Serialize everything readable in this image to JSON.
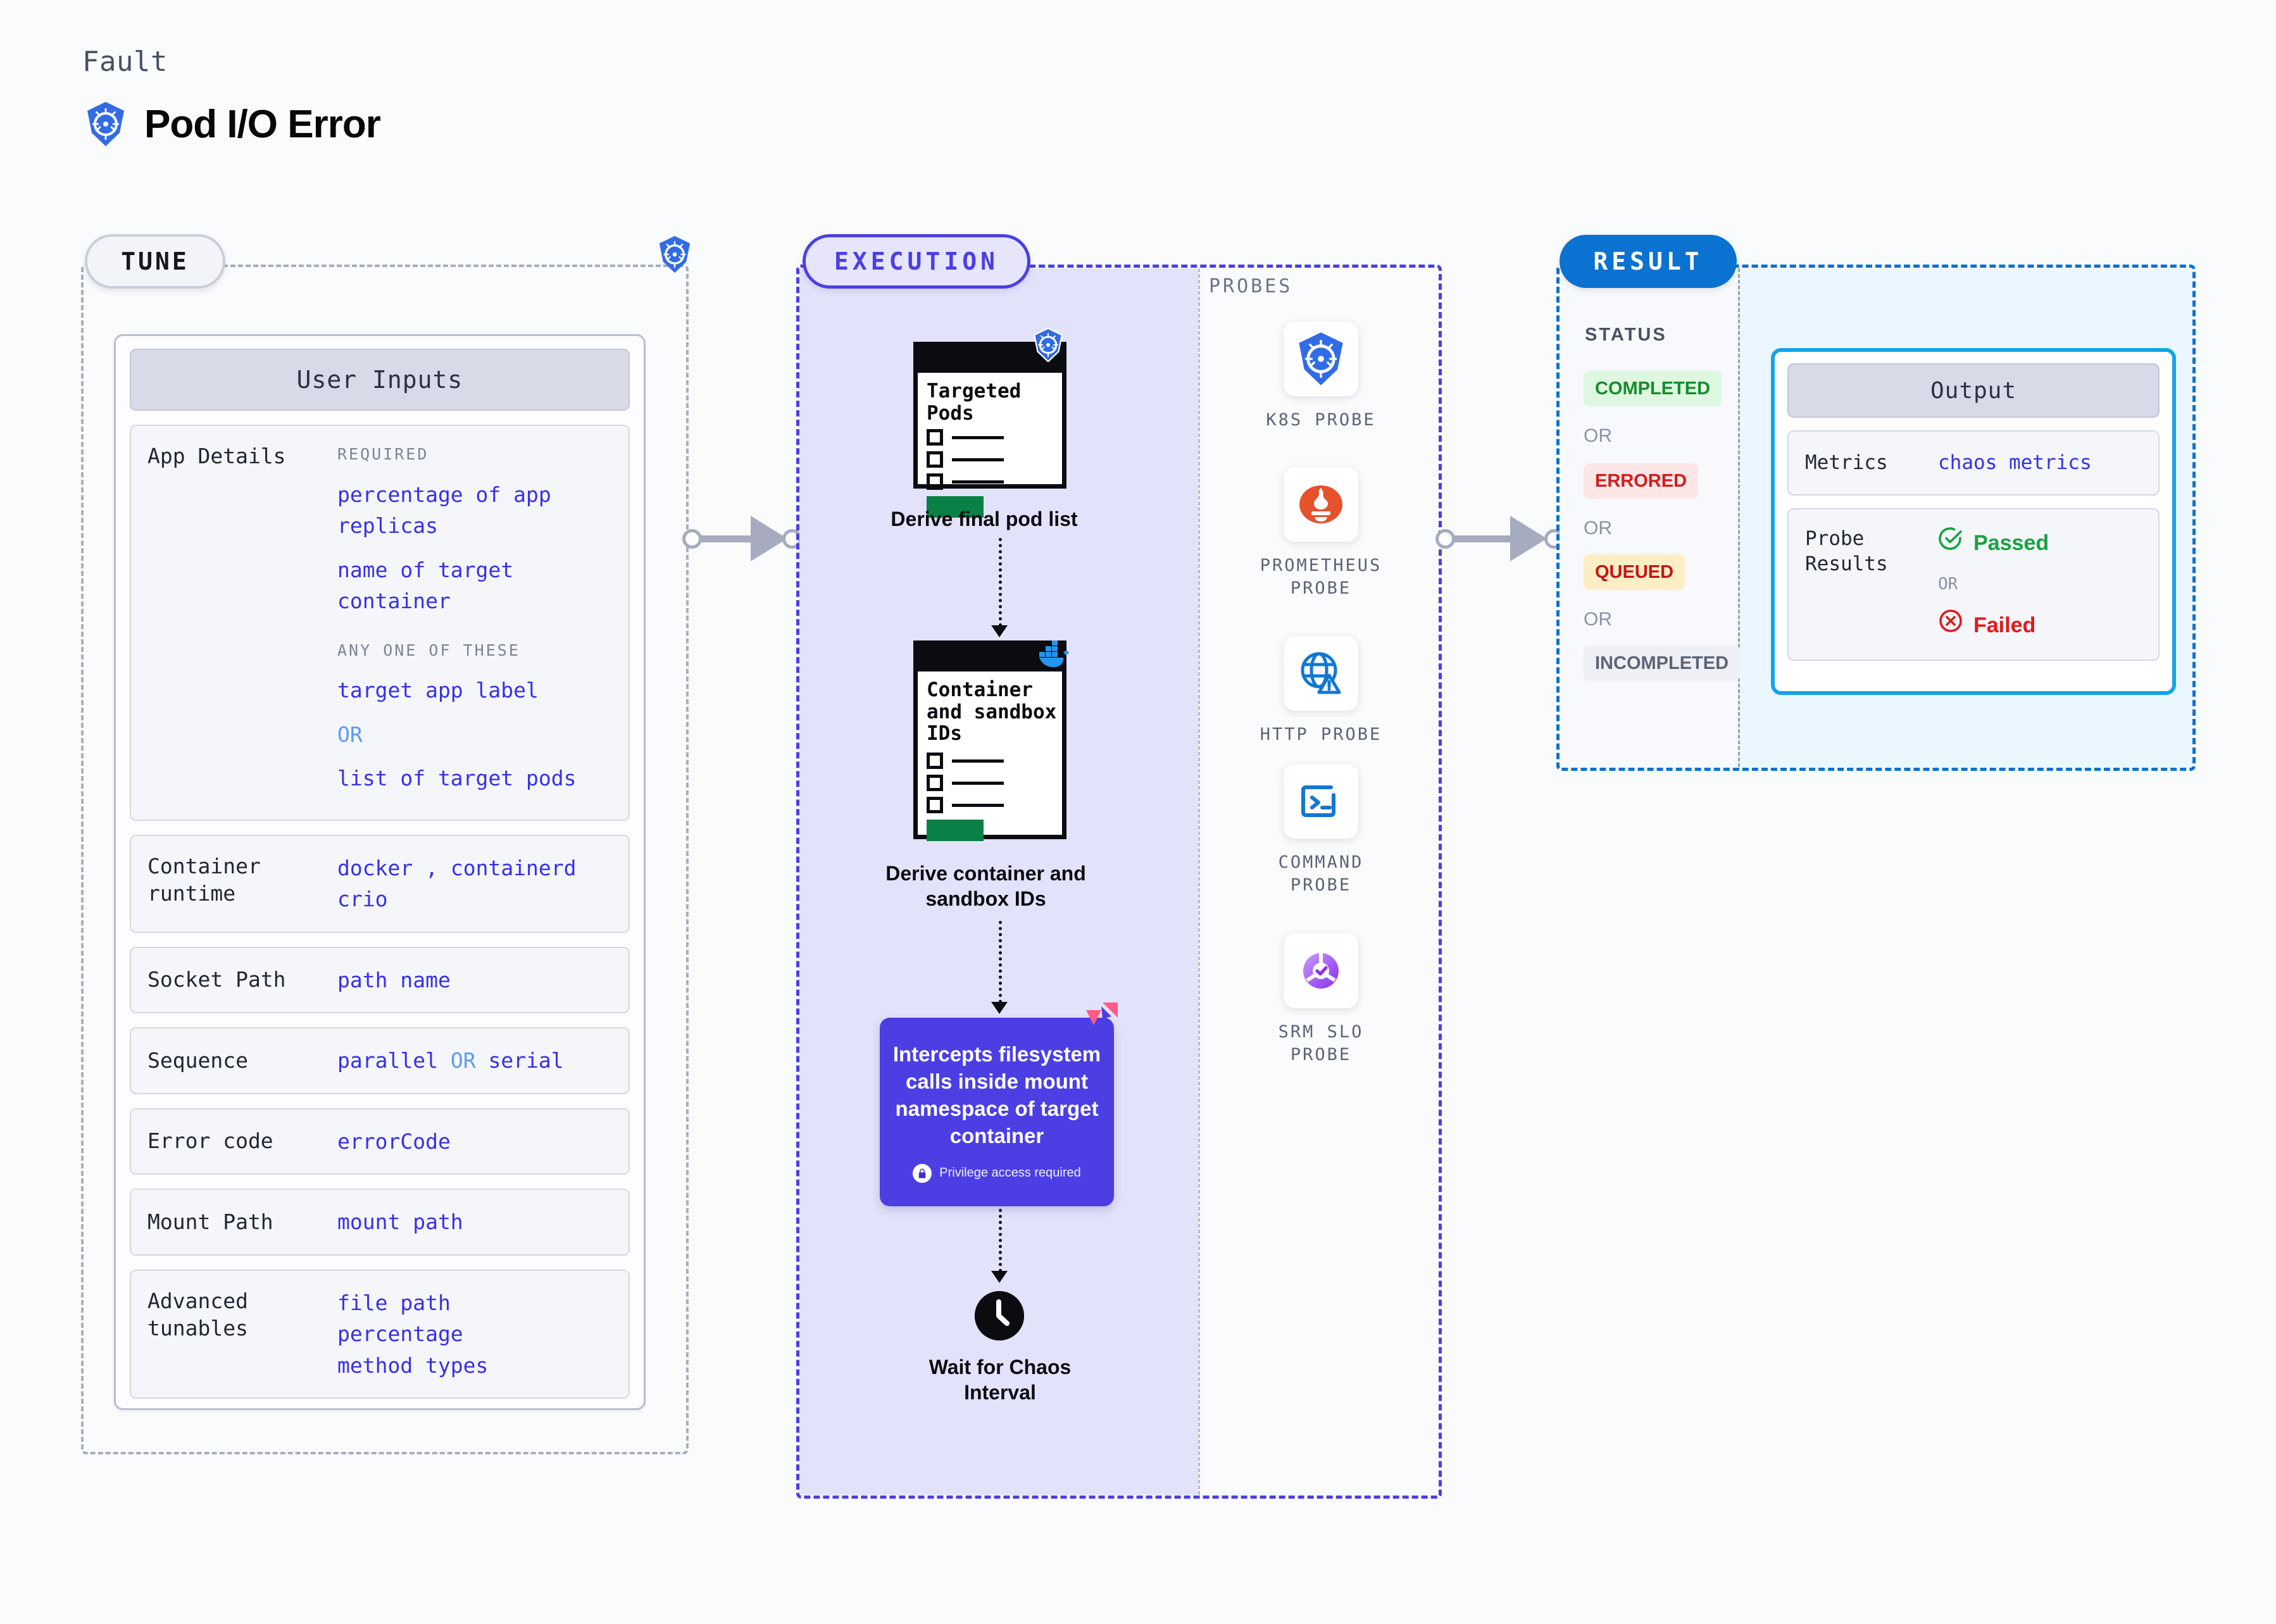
{
  "header": {
    "eyebrow": "Fault",
    "title": "Pod I/O Error",
    "icon": "kubernetes-icon"
  },
  "tune": {
    "pill_label": "TUNE",
    "badge_icon": "kubernetes-icon",
    "card_title": "User Inputs",
    "rows": [
      {
        "key": "App Details",
        "groups": [
          {
            "caption": "REQUIRED",
            "values": [
              "percentage of app replicas",
              "name of target container"
            ]
          },
          {
            "caption": "ANY ONE OF THESE",
            "values": [
              "target app label",
              "OR",
              "list of target pods"
            ]
          }
        ]
      },
      {
        "key": "Container runtime",
        "values": [
          "docker , containerd",
          "crio"
        ]
      },
      {
        "key": "Socket Path",
        "values": [
          "path name"
        ]
      },
      {
        "key": "Sequence",
        "values": [
          "parallel OR serial"
        ]
      },
      {
        "key": "Error code",
        "values": [
          "errorCode"
        ]
      },
      {
        "key": "Mount Path",
        "values": [
          "mount path"
        ]
      },
      {
        "key": "Advanced tunables",
        "values": [
          "file path",
          "percentage",
          "method types"
        ]
      }
    ],
    "labels": {
      "required": "REQUIRED",
      "any_one": "ANY ONE OF THESE",
      "or": "OR",
      "app_details": "App Details",
      "percentage_of_app_replicas": "percentage of app replicas",
      "name_of_target_container": "name of target container",
      "target_app_label": "target app label",
      "list_of_target_pods": "list of target pods",
      "container_runtime": "Container runtime",
      "docker": "docker",
      "comma": ",",
      "containerd": "containerd",
      "crio": "crio",
      "socket_path": "Socket Path",
      "path_name": "path name",
      "sequence": "Sequence",
      "parallel": "parallel",
      "serial": "serial",
      "error_code": "Error code",
      "errorcode_val": "errorCode",
      "mount_path": "Mount Path",
      "mount_path_val": "mount path",
      "advanced_tunables": "Advanced tunables",
      "file_path": "file path",
      "percentage": "percentage",
      "method_types": "method types"
    }
  },
  "execution": {
    "pill_label": "EXECUTION",
    "steps": [
      {
        "doc_title": "Targeted Pods",
        "caption": "Derive final pod list",
        "badge_icon": "kubernetes-icon"
      },
      {
        "doc_title": "Container and sandbox IDs",
        "caption": "Derive container and sandbox IDs",
        "badge_icon": "docker-icon"
      }
    ],
    "chaos_card": {
      "text": "Intercepts filesystem calls inside mount namespace of target container",
      "note": "Privilege access required",
      "note_icon": "lock-icon",
      "corner_icon": "litmus-icon",
      "color": "#4b3fe4"
    },
    "wait_step": {
      "icon": "clock-icon",
      "caption": "Wait for Chaos Interval"
    }
  },
  "probes": {
    "section_label": "PROBES",
    "items": [
      {
        "label": "K8S PROBE",
        "icon": "kubernetes-icon"
      },
      {
        "label": "PROMETHEUS PROBE",
        "icon": "prometheus-icon"
      },
      {
        "label": "HTTP PROBE",
        "icon": "globe-warning-icon"
      },
      {
        "label": "COMMAND PROBE",
        "icon": "terminal-icon"
      },
      {
        "label": "SRM SLO PROBE",
        "icon": "srm-slo-icon"
      }
    ]
  },
  "result": {
    "pill_label": "RESULT",
    "status_label": "STATUS",
    "or": "OR",
    "statuses": [
      {
        "label": "COMPLETED",
        "color": "#1a8a2e",
        "bg": "#ddf7e0"
      },
      {
        "label": "ERRORED",
        "color": "#cf1f1f",
        "bg": "#fde6e6"
      },
      {
        "label": "QUEUED",
        "color": "#c41515",
        "bg": "#fdeec6"
      },
      {
        "label": "INCOMPLETED",
        "color": "#5d6478",
        "bg": "#eef0f5"
      }
    ],
    "output": {
      "title": "Output",
      "rows": [
        {
          "key": "Metrics",
          "value": "chaos metrics"
        },
        {
          "key": "Probe Results",
          "pass": "Passed",
          "or": "OR",
          "fail": "Failed"
        }
      ],
      "pass_icon": "check-circle-icon",
      "fail_icon": "x-circle-icon",
      "border_color": "#12a5e8"
    }
  },
  "connectors": [
    {
      "name": "tune-to-execution"
    },
    {
      "name": "execution-to-result"
    }
  ]
}
